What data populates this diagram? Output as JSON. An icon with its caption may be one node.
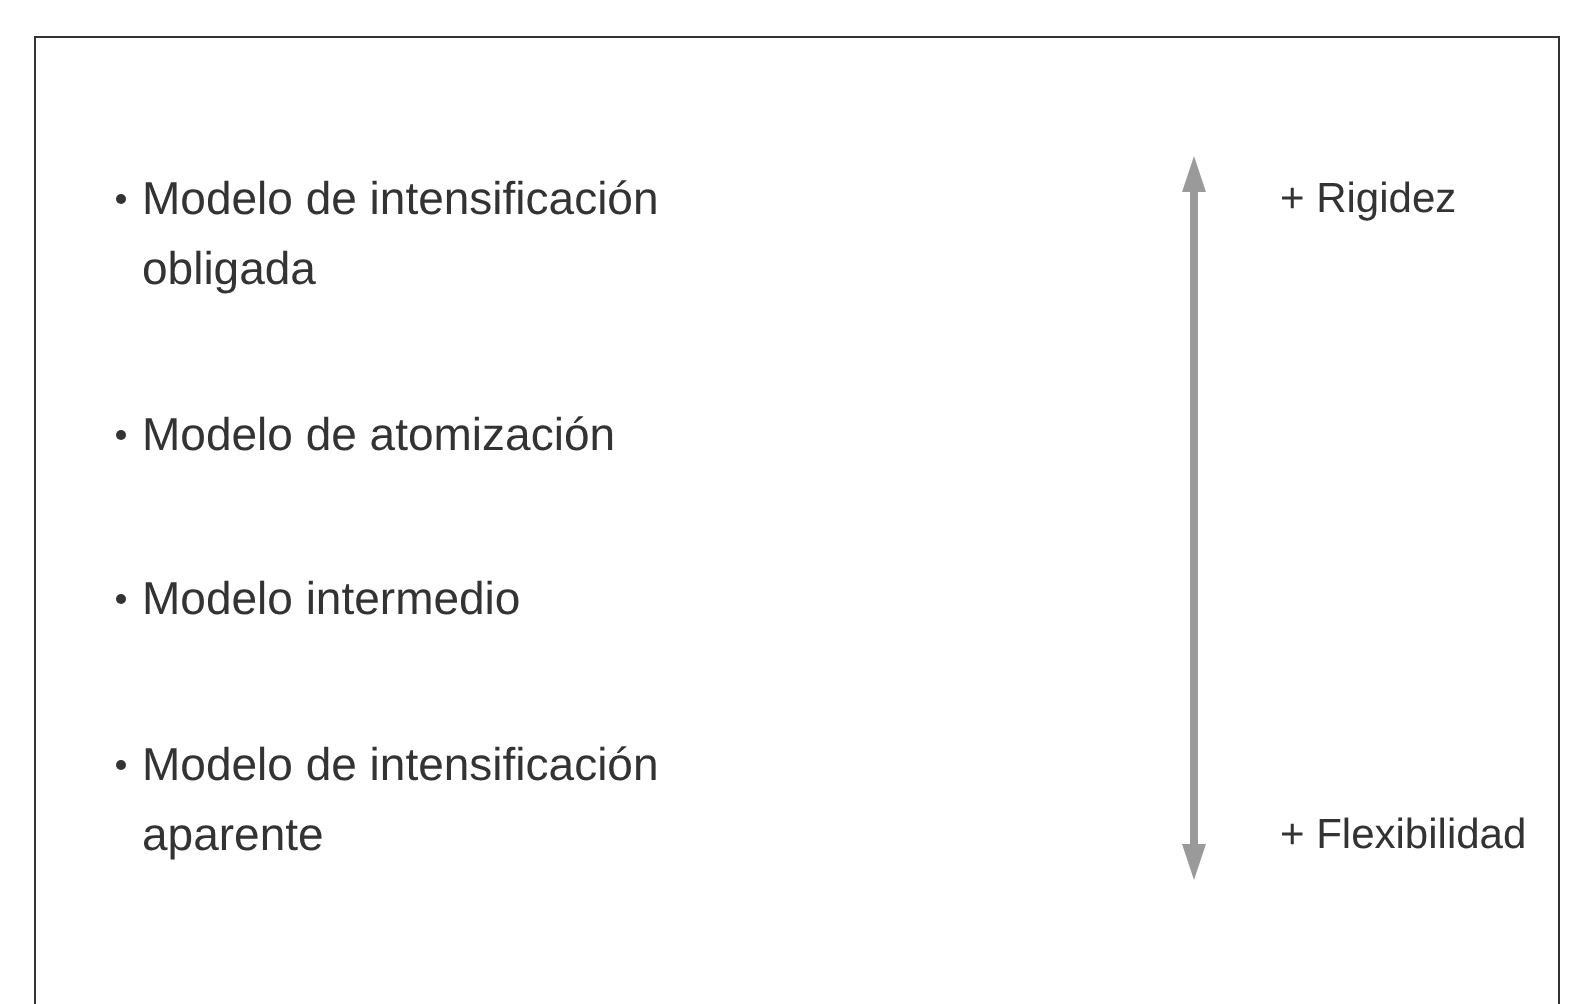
{
  "diagram": {
    "labels": [
      "Modelo de intensificación obligada",
      "Modelo de atomización",
      "Modelo intermedio",
      "Modelo de intensificación aparente",
      "+ Rigidez",
      "+ Flexibilidad"
    ]
  }
}
